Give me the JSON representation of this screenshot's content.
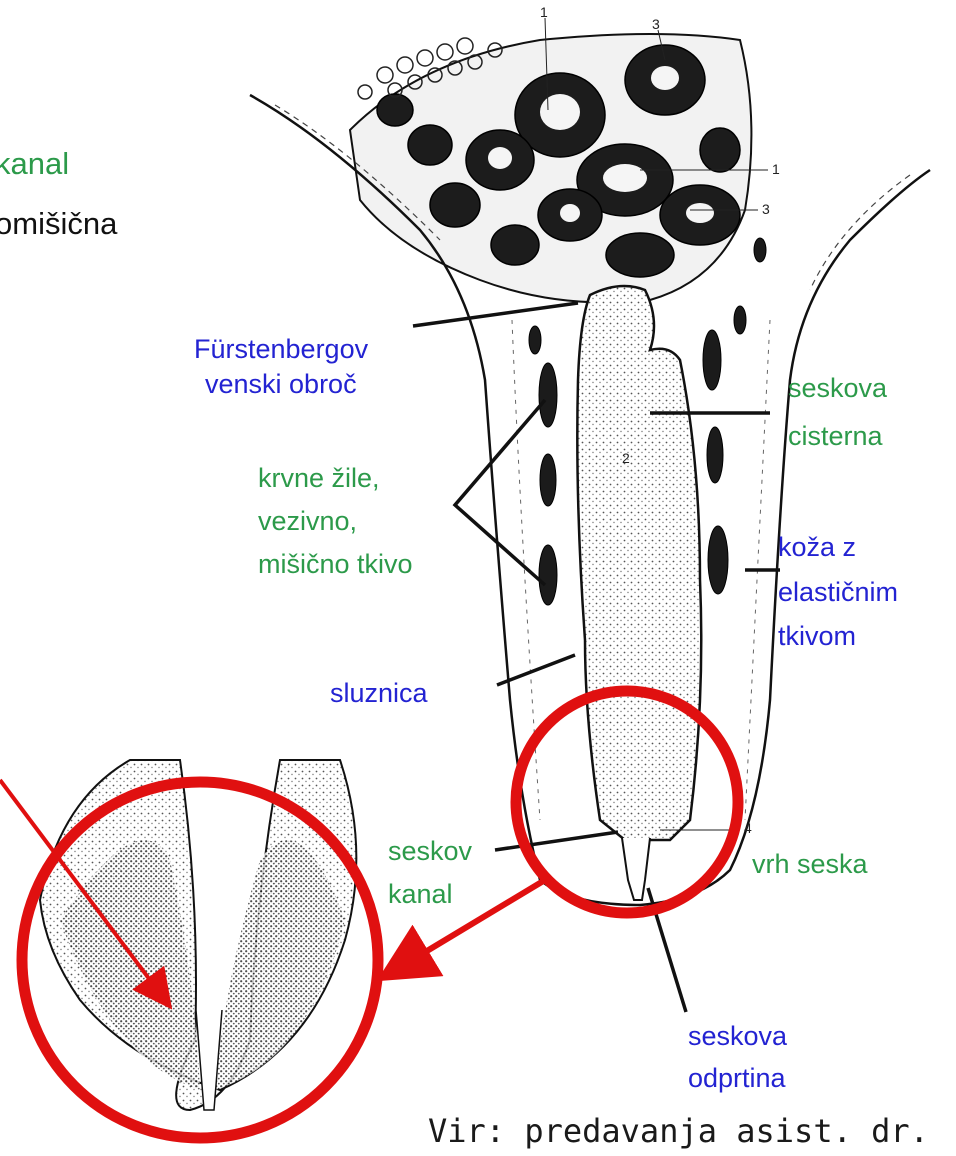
{
  "fragments": {
    "kanal_top": "kanal",
    "omisicna": "omišična"
  },
  "labels": {
    "fuerstenberg_1": "Fürstenbergov",
    "fuerstenberg_2": "venski obroč",
    "cisterna_1": "seskova",
    "cisterna_2": "cisterna",
    "zile_1": "krvne žile,",
    "zile_2": "vezivno,",
    "zile_3": "mišično tkivo",
    "koza_1": "koža z",
    "koza_2": "elastičnim",
    "koza_3": "tkivom",
    "sluznica": "sluznica",
    "kanal_1": "seskov",
    "kanal_2": "kanal",
    "vrh": "vrh seska",
    "odprtina_1": "seskova",
    "odprtina_2": "odprtina"
  },
  "numbers": {
    "n1a": "1",
    "n3a": "3",
    "n1b": "1",
    "n3b": "3",
    "n2": "2",
    "n4": "4"
  },
  "source": "Vir: predavanja asist. dr.",
  "colors": {
    "label_blue": "#2323d2",
    "label_green": "#2c9a4a",
    "highlight_red": "#e01010"
  }
}
